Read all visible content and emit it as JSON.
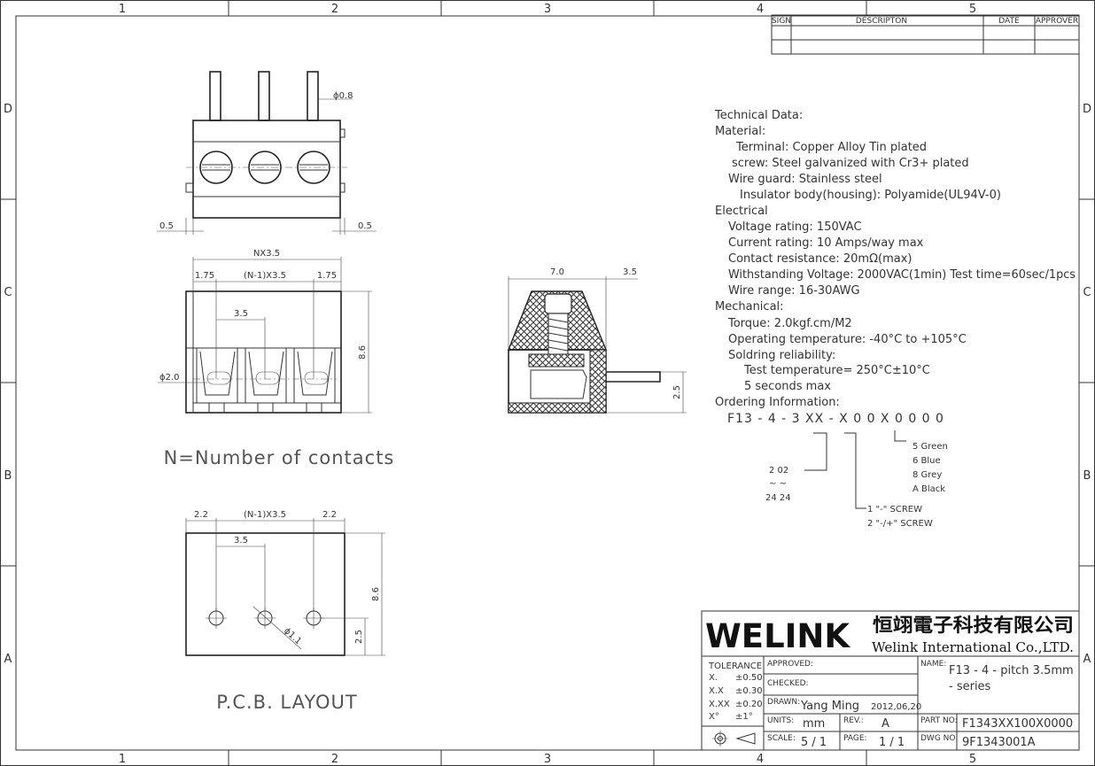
{
  "frame": {
    "col_numbers": [
      "1",
      "2",
      "3",
      "4",
      "5"
    ],
    "row_letters": [
      "D",
      "C",
      "B",
      "A"
    ]
  },
  "revision_table": {
    "headers": [
      "SIGN",
      "DESCRIPTON",
      "DATE",
      "APPROVER"
    ]
  },
  "technical_data": {
    "lines": [
      "Technical Data:",
      "Material:",
      "Terminal: Copper Alloy Tin plated",
      "screw: Steel galvanized with Cr3+ plated",
      "Wire guard: Stainless steel",
      "Insulator body(housing): Polyamide(UL94V-0)",
      "Electrical",
      "Voltage rating: 150VAC",
      "Current rating: 10 Amps/way max",
      "Contact resistance: 20mΩ(max)",
      "Withstanding Voltage: 2000VAC(1min) Test time=60sec/1pcs",
      "Wire range: 16-30AWG",
      "Mechanical:",
      "Torque: 2.0kgf.cm/M2",
      "Operating temperature: -40°C to +105°C",
      "Soldring reliability:",
      "Test temperature= 250°C±10°C",
      "5 seconds max",
      "Ordering Information:"
    ],
    "ordering_code": "F13 - 4 - 3 XX - X 0  0 X  0 0 0 0"
  },
  "ordering_legend": {
    "contacts": [
      "2   02",
      "~   ~",
      "24  24"
    ],
    "screw": [
      "1   \"-\" SCREW",
      "2   \"-/+\" SCREW"
    ],
    "colors": [
      "5  Green",
      "6  Blue",
      "8  Grey",
      "A  Black"
    ]
  },
  "dimensions": {
    "pin_dia": "ϕ0.8",
    "side_left": "0.5",
    "side_right": "0.5",
    "total_width": "NX3.5",
    "edge_left": "1.75",
    "pitch_multi": "(N-1)X3.5",
    "edge_right": "1.75",
    "pitch": "3.5",
    "height": "8.6",
    "hole_dia": "ϕ2.0",
    "side_depth": "7.0",
    "side_pin": "3.5",
    "side_height": "2.5",
    "pcb_edge_left": "2.2",
    "pcb_pitch_multi": "(N-1)X3.5",
    "pcb_edge_right": "2.2",
    "pcb_pitch": "3.5",
    "pcb_height": "8.6",
    "pcb_offset": "2.5",
    "pcb_hole": "ϕ1.1"
  },
  "captions": {
    "n_note": "N=Number of contacts",
    "pcb_layout": "P.C.B. LAYOUT"
  },
  "title_block": {
    "brand": "WELINK",
    "company_cn": "恒翊電子科技有限公司",
    "company_en": "Welink International Co.,LTD.",
    "tolerance_label": "TOLERANCE",
    "tolerances": [
      {
        "k": "X.",
        "v": "±0.50"
      },
      {
        "k": "X.X",
        "v": "±0.30"
      },
      {
        "k": "X.XX",
        "v": "±0.20"
      },
      {
        "k": "X°",
        "v": "±1°"
      }
    ],
    "approved_label": "APPROVED:",
    "checked_label": "CHECKED:",
    "drawn_label": "DRAWN:",
    "drawn_by": "Yang Ming",
    "drawn_date": "2012,06,20",
    "units_label": "UNITS:",
    "units": "mm",
    "rev_label": "REV.:",
    "rev": "A",
    "scale_label": "SCALE:",
    "scale": "5 / 1",
    "page_label": "PAGE:",
    "page": "1 / 1",
    "name_label": "NAME:",
    "name_line1": "F13 - 4 - pitch 3.5mm",
    "name_line2": "- series",
    "part_label": "PART NO:",
    "part_no": "F1343XX100X0000",
    "dwg_label": "DWG NO:",
    "dwg_no": "9F1343001A"
  }
}
